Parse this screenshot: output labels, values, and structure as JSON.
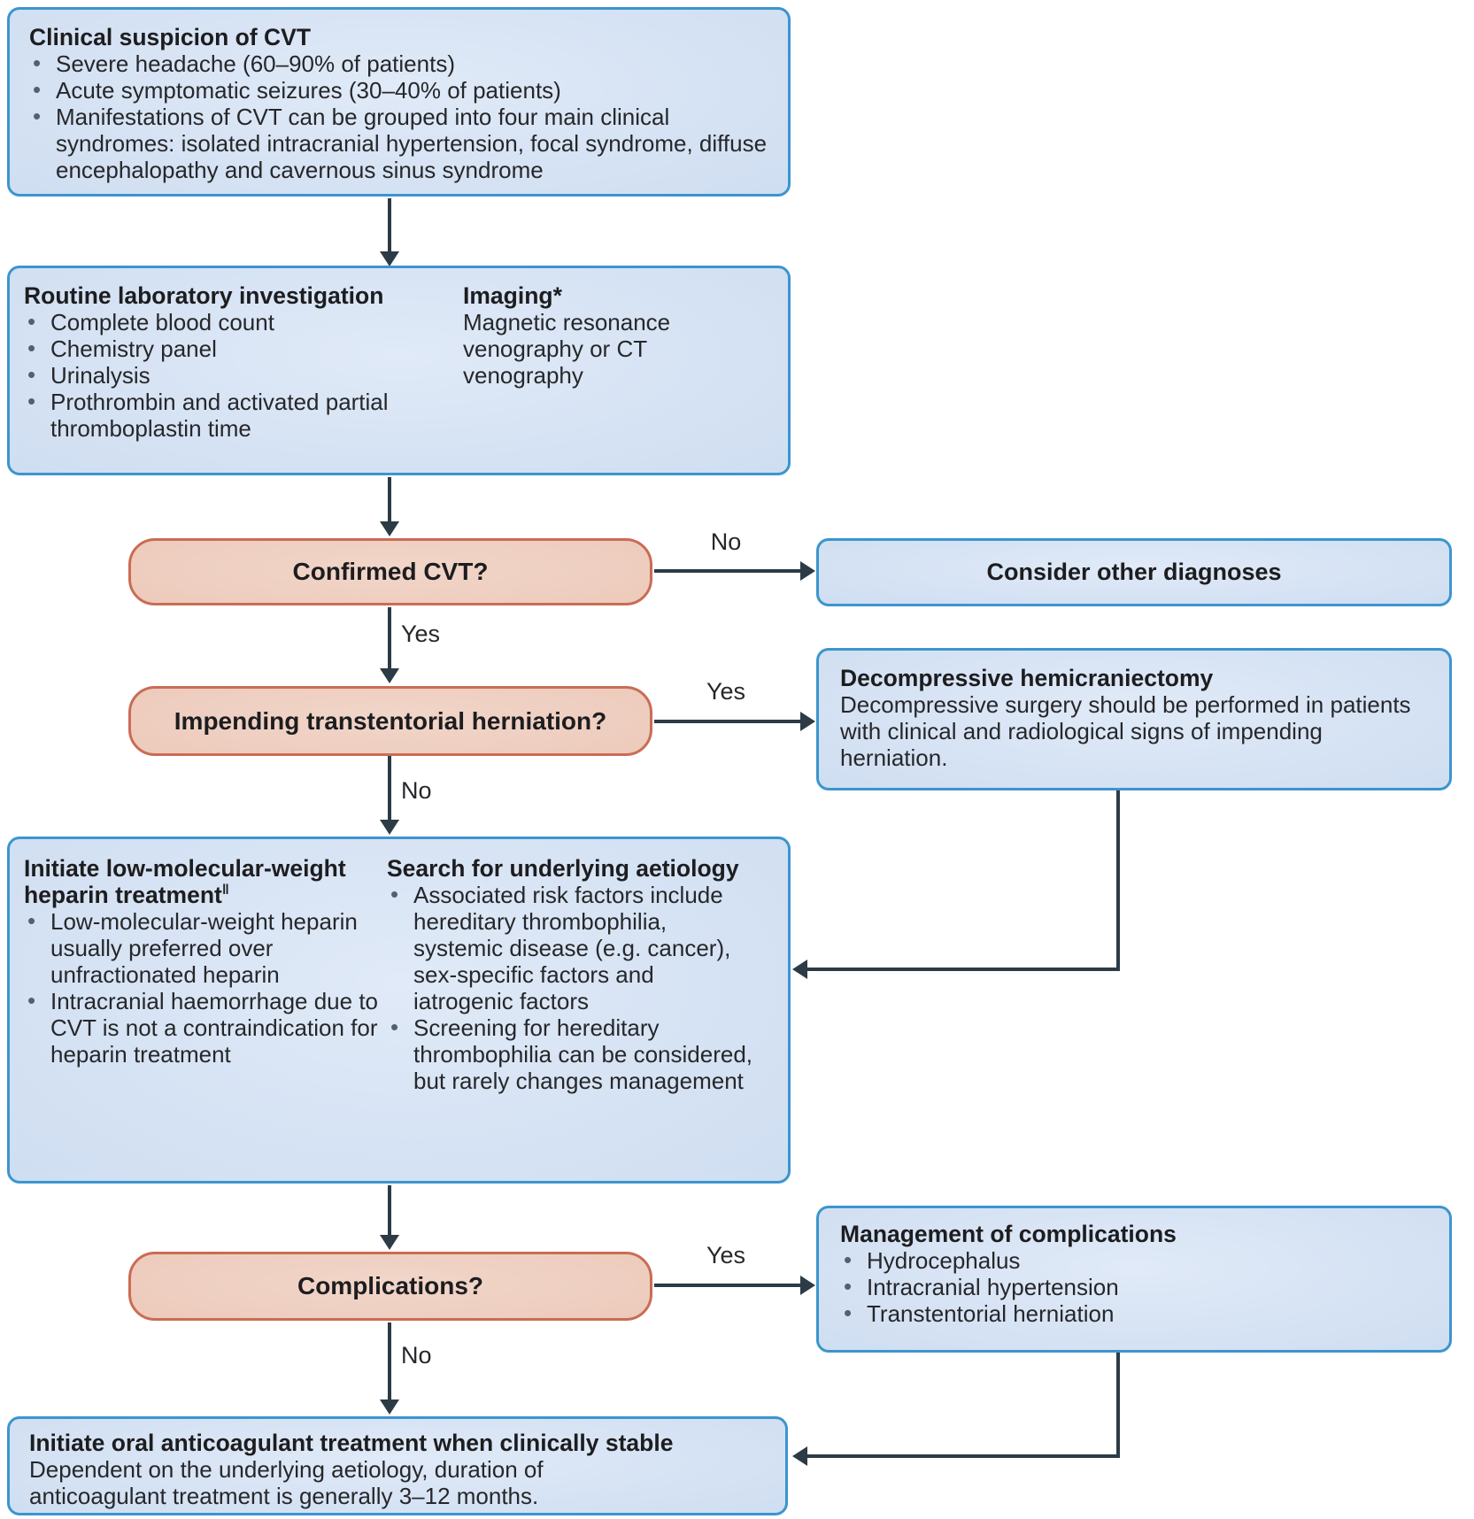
{
  "colors": {
    "blue_box_fill": "#cfdef1",
    "blue_box_border": "#3c95ce",
    "pink_box_fill": "#ecc9ba",
    "pink_box_border": "#ca6c54",
    "arrow": "#2c3b45",
    "text": "#26272a"
  },
  "labels": {
    "yes": "Yes",
    "no": "No"
  },
  "boxes": {
    "clinical_suspicion": {
      "title": "Clinical suspicion of CVT",
      "bullets": [
        "Severe headache (60–90% of patients)",
        "Acute symptomatic seizures (30–40% of patients)",
        "Manifestations of CVT can be grouped into four main clinical syndromes: isolated intracranial hypertension, focal syndrome, diffuse encephalopathy and cavernous sinus syndrome"
      ]
    },
    "workup": {
      "lab": {
        "title": "Routine laboratory investigation",
        "bullets": [
          "Complete blood count",
          "Chemistry panel",
          "Urinalysis",
          "Prothrombin and activated partial thromboplastin time"
        ]
      },
      "imaging": {
        "title": "Imaging*",
        "body": "Magnetic resonance venography or CT venography"
      }
    },
    "confirmed_cvt": {
      "question": "Confirmed CVT?"
    },
    "consider_other": {
      "title": "Consider other diagnoses"
    },
    "herniation": {
      "question": "Impending transtentorial herniation?"
    },
    "hemicraniectomy": {
      "title": "Decompressive hemicraniectomy",
      "body": "Decompressive surgery should be performed in patients with clinical and radiological signs of impending herniation."
    },
    "heparin": {
      "title": "Initiate low-molecular-weight heparin treatment",
      "footnote_mark": "‖",
      "bullets": [
        "Low-molecular-weight heparin usually preferred over unfractionated heparin",
        "Intracranial haemorrhage due to CVT is not a contraindication for heparin treatment"
      ]
    },
    "aetiology": {
      "title": "Search for underlying aetiology",
      "bullets": [
        "Associated risk factors include hereditary thrombophilia, systemic disease (e.g. cancer), sex-specific factors and iatrogenic factors",
        "Screening for hereditary thrombophilia can be considered, but rarely changes management"
      ]
    },
    "complications": {
      "question": "Complications?"
    },
    "management": {
      "title": "Management of complications",
      "bullets": [
        "Hydrocephalus",
        "Intracranial hypertension",
        "Transtentorial herniation"
      ]
    },
    "oral_anticoagulant": {
      "title": "Initiate oral anticoagulant treatment when clinically stable",
      "body": "Dependent on the underlying aetiology, duration of anticoagulant treatment is generally 3–12 months."
    }
  }
}
